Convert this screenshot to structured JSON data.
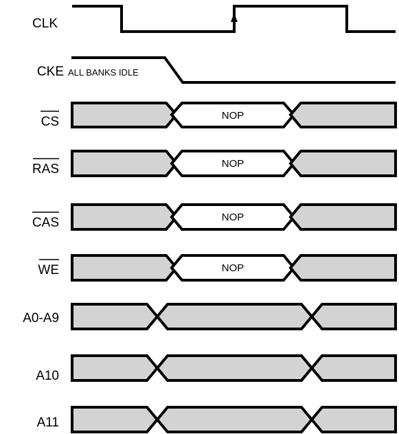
{
  "signals": [
    {
      "id": "clk",
      "label": "CLK",
      "overbar": false
    },
    {
      "id": "cke",
      "label": "CKE",
      "overbar": false,
      "note": "ALL BANKS IDLE"
    },
    {
      "id": "cs",
      "label": "CS",
      "overbar": true,
      "bus_text": "NOP"
    },
    {
      "id": "ras",
      "label": "RAS",
      "overbar": true,
      "bus_text": "NOP"
    },
    {
      "id": "cas",
      "label": "CAS",
      "overbar": true,
      "bus_text": "NOP"
    },
    {
      "id": "we",
      "label": "WE",
      "overbar": true,
      "bus_text": "NOP"
    },
    {
      "id": "a0a9",
      "label": "A0-A9",
      "overbar": false
    },
    {
      "id": "a10",
      "label": "A10",
      "overbar": false
    },
    {
      "id": "a11",
      "label": "A11",
      "overbar": false
    }
  ],
  "colors": {
    "stroke": "#000000",
    "bus_fill": "#d3d3d3",
    "bus_active_fill": "#ffffff",
    "background": "#ffffff"
  }
}
